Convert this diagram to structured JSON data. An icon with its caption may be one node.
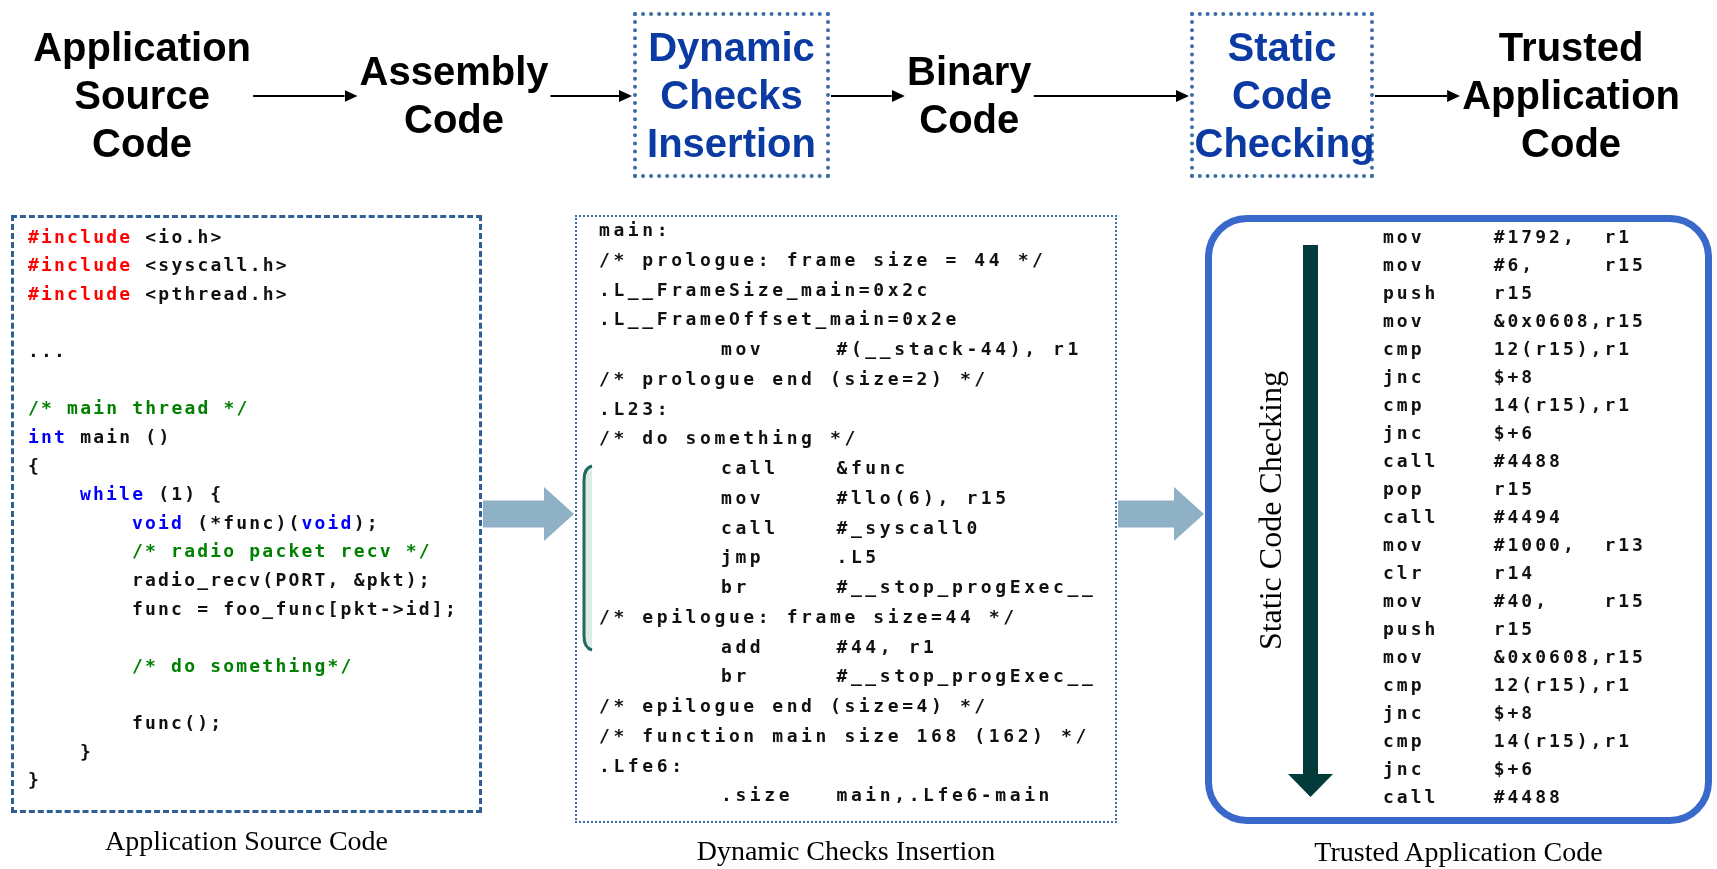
{
  "diagram": {
    "nodes": [
      {
        "text": [
          "Application Source Code"
        ]
      },
      {
        "text": [
          "Assembly Code"
        ]
      },
      {
        "text": [
          "Dynamic Checks Insertion"
        ]
      },
      {
        "text": [
          "Binary Code"
        ]
      },
      {
        "text": [
          "Static Code Checking"
        ]
      },
      {
        "text": [
          "Trusted Application Code"
        ]
      },
      {
        "text": [
          "#include <io.h>",
          "#include <syscall.h>",
          "#include <pthread.h>",
          "...",
          "/* main thread */",
          "int main ()",
          "{",
          "while (1) {",
          "void (*func)(void);",
          "/* radio packet recv */",
          "radio_recv(PORT, &pkt);",
          "func = foo_func[pkt->id];",
          "/* do something*/",
          "func();",
          "}",
          "}"
        ],
        "beside": [
          "Application Source Code"
        ]
      },
      {
        "text": [
          "main:",
          "/* prologue: frame size = 44 */",
          ".L__FrameSize_main=0x2c",
          ".L__FrameOffset_main=0x2e",
          "mov #(__stack-44), r1",
          "/* prologue end (size=2) */",
          ".L23:",
          "/* do something */",
          "call &func",
          "mov #llo(6), r15",
          "call #_syscall0",
          "jmp .L5",
          "br #__stop_progExec__",
          "/* epilogue: frame size=44 */",
          "add #44, r1",
          "br #__stop_progExec__",
          "/* epilogue end (size=4) */",
          "/* function main size 168 (162) */",
          ".Lfe6:",
          ".size main,.Lfe6-main"
        ],
        "beside": [
          "Dynamic Checks Insertion"
        ]
      },
      {
        "text": [
          "mov #1792, r1",
          "mov #6, r15",
          "push r15",
          "mov &0x0608,r15",
          "cmp 12(r15),r1",
          "jnc $+8",
          "cmp 14(r15),r1",
          "jnc $+6",
          "call #4488",
          "pop r15",
          "call #4494",
          "mov #1000, r13",
          "clr r14",
          "mov #40, r15",
          "push r15",
          "mov &0x0608,r15",
          "cmp 12(r15),r1",
          "jnc $+8",
          "cmp 14(r15),r1",
          "jnc $+6",
          "call #4488"
        ],
        "beside": [
          "Trusted Application Code"
        ]
      }
    ],
    "edges": [
      {
        "from": 0,
        "to": 1,
        "arrow": "to"
      },
      {
        "from": 1,
        "to": 2,
        "arrow": "to"
      },
      {
        "from": 2,
        "to": 3,
        "arrow": "to"
      },
      {
        "from": 3,
        "to": 4,
        "arrow": "to"
      },
      {
        "from": 4,
        "to": 5,
        "arrow": "to"
      },
      {
        "from": 6,
        "to": 7,
        "arrow": "to",
        "style": "thick",
        "color": "#8fb1c6"
      },
      {
        "from": 7,
        "to": 8,
        "arrow": "to",
        "style": "thick",
        "color": "#8fb1c6"
      }
    ],
    "labels": [
      "Static Code Checking"
    ]
  }
}
